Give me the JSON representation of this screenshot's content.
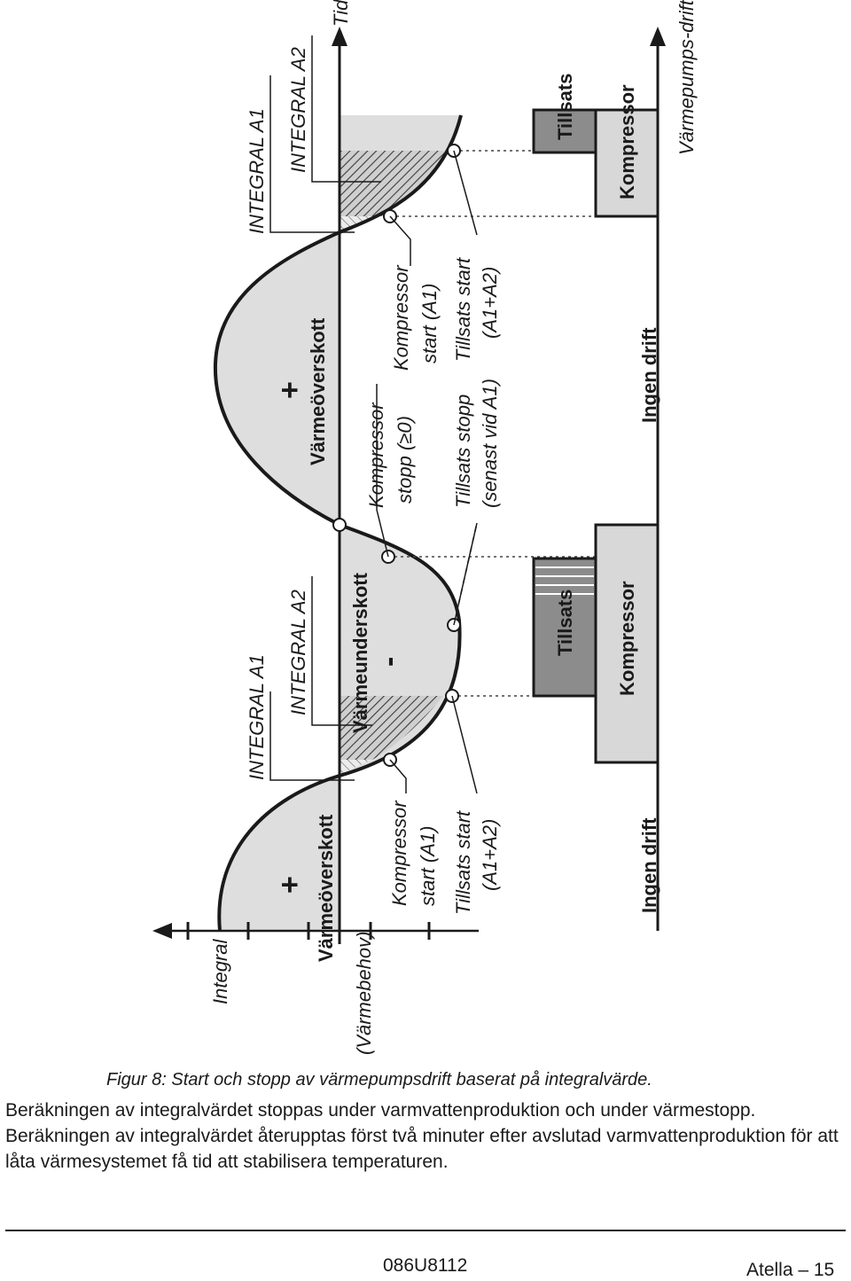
{
  "diagram": {
    "axis_labels": {
      "integral": "Integral",
      "heat_demand": "(Värmebehov)",
      "time": "Tid",
      "heat_pump_operation": "Värmepumps-drift"
    },
    "region_labels": {
      "surplus_1": "Värmeöverskott",
      "deficit": "Värmeunderskott",
      "surplus_2": "Värmeöverskott",
      "plus_1": "+",
      "minus": "-",
      "plus_2": "+"
    },
    "integral_labels": {
      "a1_lower": "INTEGRAL A1",
      "a2_lower": "INTEGRAL A2",
      "a1_upper": "INTEGRAL A1",
      "a2_upper": "INTEGRAL A2"
    },
    "events": {
      "compressor_start_1": {
        "line1": "Kompressor",
        "line2": "start (A1)"
      },
      "addition_start_1": {
        "line1": "Tillsats start",
        "line2": "(A1+A2)"
      },
      "compressor_stop": {
        "line1": "Kompressor",
        "line2": "stopp (≥0)"
      },
      "addition_stop": {
        "line1": "Tillsats stopp",
        "line2": "(senast vid A1)"
      },
      "compressor_start_2": {
        "line1": "Kompressor",
        "line2": "start (A1)"
      },
      "addition_start_2": {
        "line1": "Tillsats start",
        "line2": "(A1+A2)"
      }
    },
    "operation_blocks": {
      "addition_1": "Tillsats",
      "compressor_1": "Kompressor",
      "addition_2": "Tillsats",
      "compressor_2": "Kompressor",
      "idle_1": "Ingen drift",
      "idle_2": "Ingen drift"
    },
    "colors": {
      "line": "#1a1a1a",
      "light_fill": "#dedede",
      "hatch_fill": "#9a9a9a",
      "block_fill": "#d8d8d8",
      "addition_fill": "#8c8c8c"
    }
  },
  "caption": "Figur 8: Start och stopp av värmepumpsdrift baserat på integralvärde.",
  "body_text": "Beräkningen av integralvärdet stoppas under varmvattenproduktion och under värmestopp. Beräkningen av integralvärdet återupptas först två minuter efter avslutad varmvattenproduktion för att låta värmesystemet få tid att stabilisera temperaturen.",
  "footer": {
    "doc_code": "086U8112",
    "page_label": "Atella – 15"
  }
}
